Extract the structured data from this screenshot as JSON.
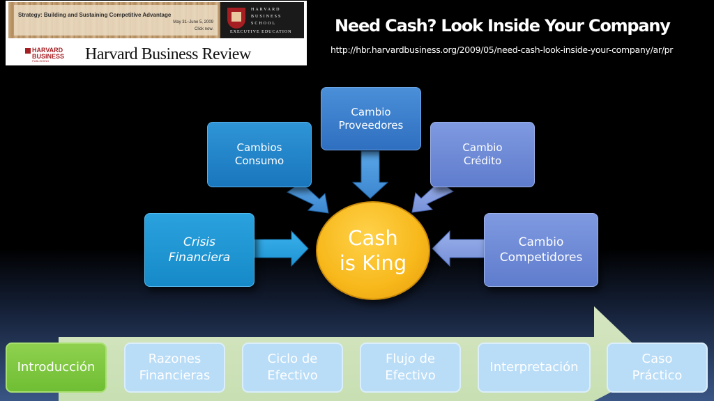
{
  "banner": {
    "strategy_text": "Strategy: Building and Sustaining Competitive Advantage",
    "dates_text": "May 31–June 5, 2009",
    "click_text": "Click now.",
    "hbs_name": "HARVARD\nBUSINESS\nSCHOOL",
    "hbs_exec": "EXECUTIVE EDUCATION",
    "hbp_line1": "HARVARD",
    "hbp_line2": "BUSINESS",
    "hbp_line3": "PUBLISHING",
    "hbr_title": "Harvard Business Review"
  },
  "header": {
    "title": "Need Cash? Look Inside Your Company",
    "url": "http://hbr.harvardbusiness.org/2009/05/need-cash-look-inside-your-company/ar/pr"
  },
  "diagram": {
    "center": "Cash\nis King",
    "nodes": {
      "cambio_proveedores": "Cambio\nProveedores",
      "cambios_consumo": "Cambios\nConsumo",
      "cambio_credito": "Cambio\nCrédito",
      "crisis_financiera": "Crisis\nFinanciera",
      "cambio_competidores": "Cambio\nCompetidores"
    }
  },
  "nav": {
    "items": [
      {
        "label": "Introducción",
        "active": true
      },
      {
        "label": "Razones\nFinancieras",
        "active": false
      },
      {
        "label": "Ciclo de\nEfectivo",
        "active": false
      },
      {
        "label": "Flujo de\nEfectivo",
        "active": false
      },
      {
        "label": "Interpretación",
        "active": false
      },
      {
        "label": "Caso\nPráctico",
        "active": false
      }
    ]
  },
  "colors": {
    "active_nav": "#7cc542",
    "inactive_nav": "#b9dcf7",
    "center": "#f7b81b"
  }
}
